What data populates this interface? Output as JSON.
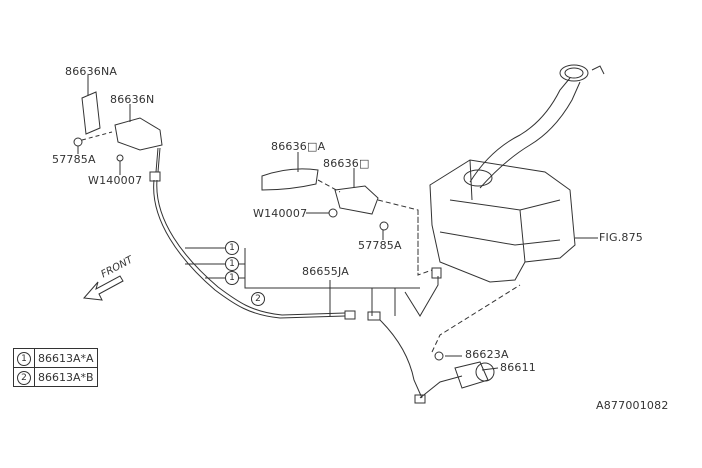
{
  "labels": {
    "p86636NA": "86636NA",
    "p86636N": "86636N",
    "p57785A_left": "57785A",
    "pW140007_left": "W140007",
    "p86636xA": "86636□A",
    "p86636x": "86636□",
    "pW140007_mid": "W140007",
    "p57785A_mid": "57785A",
    "fig875": "FIG.875",
    "p86655JA": "86655JA",
    "p86623A": "86623A",
    "p86611": "86611",
    "diagram_id": "A877001082",
    "front": "FRONT"
  },
  "callouts": [
    "1",
    "1",
    "1",
    "2"
  ],
  "legend": [
    {
      "marker": "1",
      "part": "86613A*A"
    },
    {
      "marker": "2",
      "part": "86613A*B"
    }
  ]
}
